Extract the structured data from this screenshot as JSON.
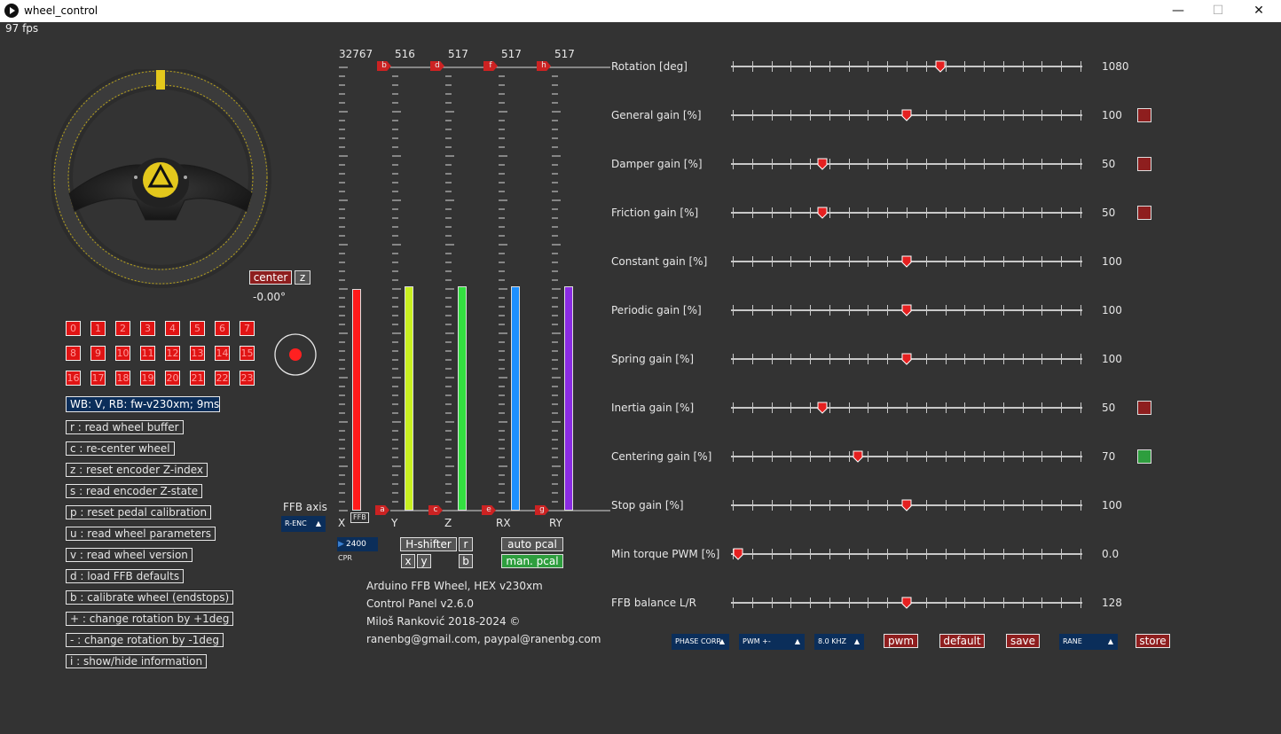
{
  "window": {
    "title": "wheel_control",
    "minimize": "—",
    "maximize": "☐",
    "close": "✕"
  },
  "fps": "97 fps",
  "wheel": {
    "center_label": "center",
    "z_label": "z",
    "angle": "-0.00°"
  },
  "buttons_grid": [
    "0",
    "1",
    "2",
    "3",
    "4",
    "5",
    "6",
    "7",
    "8",
    "9",
    "10",
    "11",
    "12",
    "13",
    "14",
    "15",
    "16",
    "17",
    "18",
    "19",
    "20",
    "21",
    "22",
    "23"
  ],
  "status_box": "WB: V, RB: fw-v230xm; 9ms",
  "commands": [
    "r : read wheel buffer",
    "c : re-center wheel",
    "z : reset encoder Z-index",
    "s : read encoder Z-state",
    "p : reset pedal calibration",
    "u : read wheel parameters",
    "v : read wheel version",
    "d : load FFB defaults",
    "b : calibrate wheel (endstops)",
    "+ : change rotation by +1deg",
    "- : change rotation by -1deg",
    "i : show/hide information"
  ],
  "ffb_axis": {
    "label": "FFB axis",
    "value": "R-ENC"
  },
  "axes": [
    {
      "name": "X",
      "value": "32767",
      "color": "#ff1a1a",
      "level": 0.5,
      "marker_top": "",
      "marker_bottom": "FFB"
    },
    {
      "name": "Y",
      "value": "516",
      "color": "#c8f020",
      "level": 0.505,
      "marker_top": "b",
      "marker_bottom": "a"
    },
    {
      "name": "Z",
      "value": "517",
      "color": "#33e040",
      "level": 0.505,
      "marker_top": "d",
      "marker_bottom": "c"
    },
    {
      "name": "RX",
      "value": "517",
      "color": "#1e90ff",
      "level": 0.505,
      "marker_top": "f",
      "marker_bottom": "e"
    },
    {
      "name": "RY",
      "value": "517",
      "color": "#8a2be2",
      "level": 0.505,
      "marker_top": "h",
      "marker_bottom": "g"
    }
  ],
  "cpr": {
    "value": "2400",
    "label": "CPR"
  },
  "shifter": {
    "h_shifter": "H-shifter",
    "r": "r",
    "x": "x",
    "y": "y",
    "b": "b",
    "auto_pcal": "auto pcal",
    "man_pcal": "man. pcal"
  },
  "info": [
    "Arduino FFB Wheel, HEX v230xm",
    "Control Panel v2.6.0",
    "Miloš Ranković 2018-2024 ©",
    "ranenbg@gmail.com, paypal@ranenbg.com"
  ],
  "sliders": [
    {
      "label": "Rotation [deg]",
      "value": "1080",
      "pos": 0.595,
      "box": null
    },
    {
      "label": "General gain [%]",
      "value": "100",
      "pos": 0.5,
      "box": "#8e1e1e"
    },
    {
      "label": "Damper gain [%]",
      "value": "50",
      "pos": 0.26,
      "box": "#8e1e1e"
    },
    {
      "label": "Friction gain [%]",
      "value": "50",
      "pos": 0.26,
      "box": "#8e1e1e"
    },
    {
      "label": "Constant gain [%]",
      "value": "100",
      "pos": 0.5,
      "box": null
    },
    {
      "label": "Periodic gain [%]",
      "value": "100",
      "pos": 0.5,
      "box": null
    },
    {
      "label": "Spring gain [%]",
      "value": "100",
      "pos": 0.5,
      "box": null
    },
    {
      "label": "Inertia gain [%]",
      "value": "50",
      "pos": 0.26,
      "box": "#8e1e1e"
    },
    {
      "label": "Centering gain [%]",
      "value": "70",
      "pos": 0.36,
      "box": "#2e9e3e"
    },
    {
      "label": "Stop gain [%]",
      "value": "100",
      "pos": 0.5,
      "box": null
    },
    {
      "label": "Min torque PWM [%]",
      "value": "0.0",
      "pos": 0.02,
      "box": null
    },
    {
      "label": "FFB balance L/R",
      "value": "128",
      "pos": 0.5,
      "box": null
    }
  ],
  "bottom": {
    "phase_corr": "PHASE CORR",
    "pwm_mode": "PWM +-",
    "freq": "8.0 KHZ",
    "pwm_btn": "pwm",
    "default_btn": "default",
    "save_btn": "save",
    "rane": "RANE",
    "store_btn": "store"
  }
}
